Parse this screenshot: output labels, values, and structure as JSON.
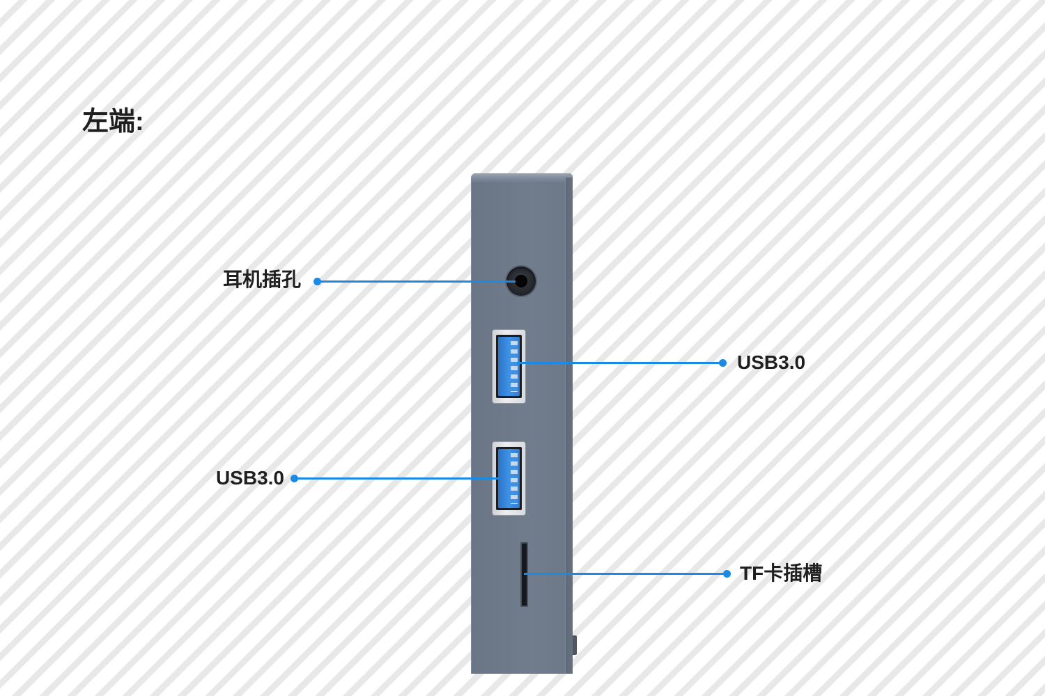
{
  "page": {
    "title": "左端:"
  },
  "device": {
    "ports": [
      {
        "icon": "audio-jack-icon"
      },
      {
        "icon": "usb-port-icon"
      },
      {
        "icon": "usb-port-icon"
      },
      {
        "icon": "tf-card-slot-icon"
      }
    ]
  },
  "callouts": [
    {
      "label": "耳机插孔"
    },
    {
      "label": "USB3.0"
    },
    {
      "label": "USB3.0"
    },
    {
      "label": "TF卡插槽"
    }
  ],
  "colors": {
    "accent": "#1a8ae5",
    "device_body": "#6f7b8b",
    "background_stripe": "#e8e8e8",
    "text": "#1f1f1f"
  }
}
